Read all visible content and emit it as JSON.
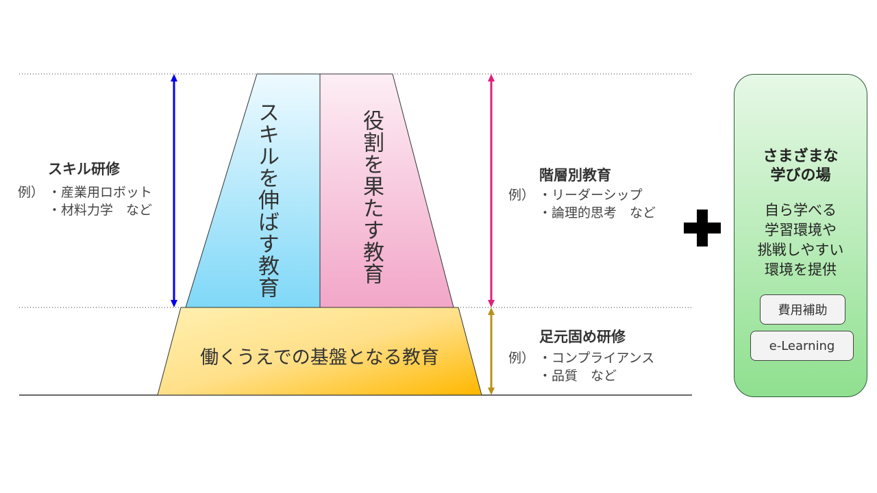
{
  "left": {
    "title": "スキル研修",
    "example_prefix": "例）",
    "items": [
      "・産業用ロボット",
      "・材料力学　など"
    ]
  },
  "right_upper": {
    "title": "階層別教育",
    "example_prefix": "例）",
    "items": [
      "・リーダーシップ",
      "・論理的思考　など"
    ]
  },
  "right_lower": {
    "title": "足元固め研修",
    "example_prefix": "例）",
    "items": [
      "・コンプライアンス",
      "・品質　など"
    ]
  },
  "pyramid": {
    "skill": "スキルを伸ばす教育",
    "role": "役割を果たす教育",
    "base": "働くうえでの基盤となる教育"
  },
  "panel": {
    "title_line1": "さまざまな",
    "title_line2": "学びの場",
    "desc": [
      "自ら学べる",
      "学習環境や",
      "挑戦しやすい",
      "環境を提供"
    ],
    "button1": "費用補助",
    "button2": "e-Learning"
  },
  "colors": {
    "blue_arrow": "#0000ee",
    "pink_arrow": "#e0207a",
    "gold_arrow": "#b8901a"
  }
}
